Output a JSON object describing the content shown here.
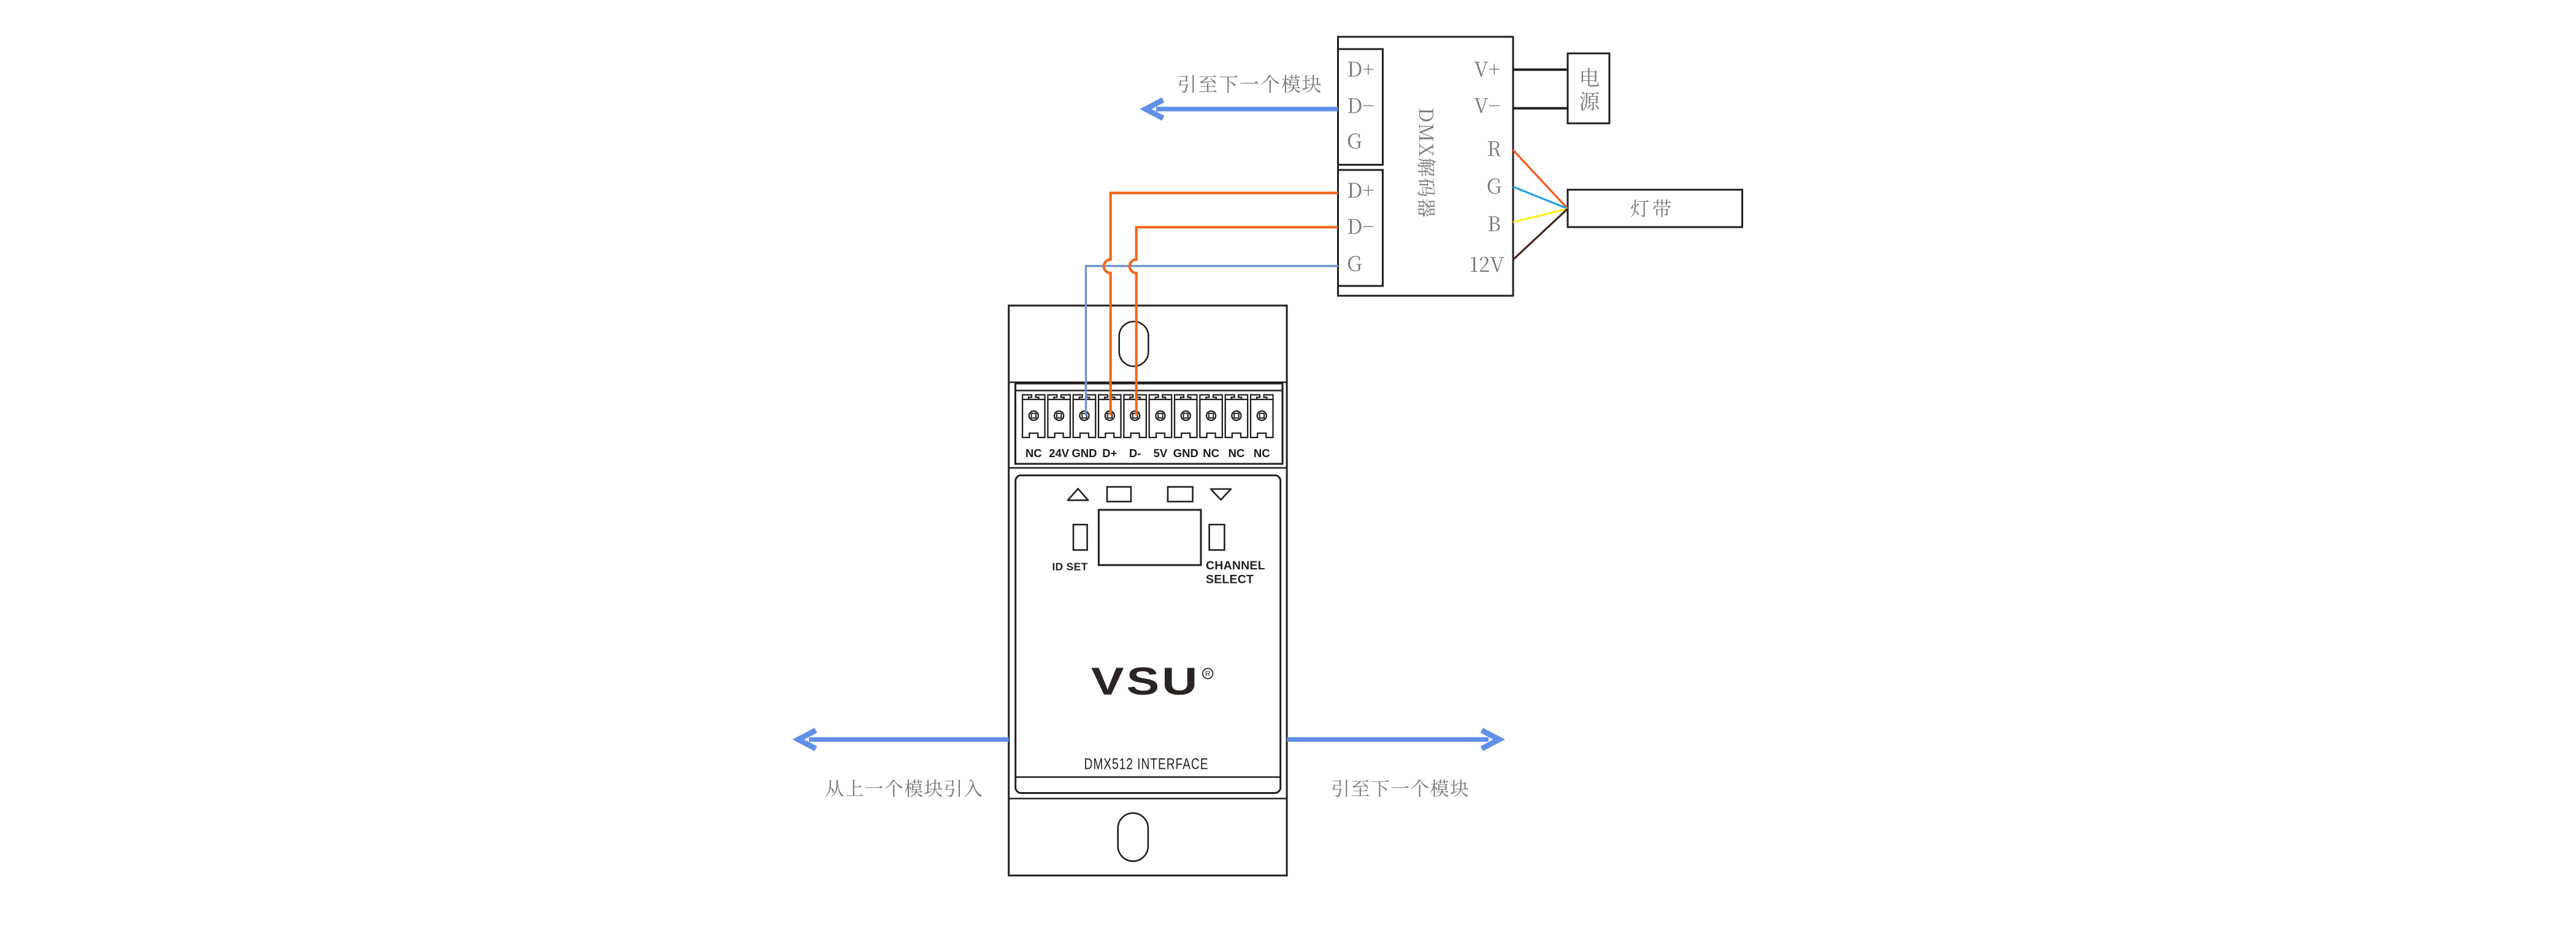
{
  "title": "DMX512 interface wiring diagram",
  "colors": {
    "line_black": "#231f20",
    "gray_text": "#787878",
    "arrow_blue": "#6190e8",
    "wire_orange": "#f2681c",
    "wire_blue_gray": "#7094cc",
    "wire_red": "#f2581c",
    "wire_green_blue": "#1fa0e8",
    "wire_yellow": "#fff01e",
    "wire_brown": "#46241e",
    "wire_black": "#231f20",
    "label_black": "#1a1a1a"
  },
  "decoder": {
    "name_vertical": "DMX解码器",
    "out_port_labels": [
      "D+",
      "D-",
      "G"
    ],
    "in_port_labels": [
      "D+",
      "D-",
      "G"
    ],
    "power_labels": [
      "V+",
      "V-"
    ],
    "rgb_labels": [
      "R",
      "G",
      "B",
      "12V"
    ]
  },
  "power_supply": {
    "label": "电源"
  },
  "led_strip": {
    "label": "灯带"
  },
  "module": {
    "brand": "VSU",
    "registered_mark": "R",
    "product": "DMX512 INTERFACE",
    "terminal_labels": [
      "NC",
      "24V",
      "GND",
      "D+",
      "D-",
      "5V",
      "GND",
      "NC",
      "NC",
      "NC"
    ],
    "id_set_label": "ID SET",
    "channel_select_lines": [
      "CHANNEL",
      "SELECT"
    ]
  },
  "annotations": {
    "to_next_module_top": "引至下一个模块",
    "from_previous_module": "从上一个模块引入",
    "to_next_module_right": "引至下一个模块"
  }
}
